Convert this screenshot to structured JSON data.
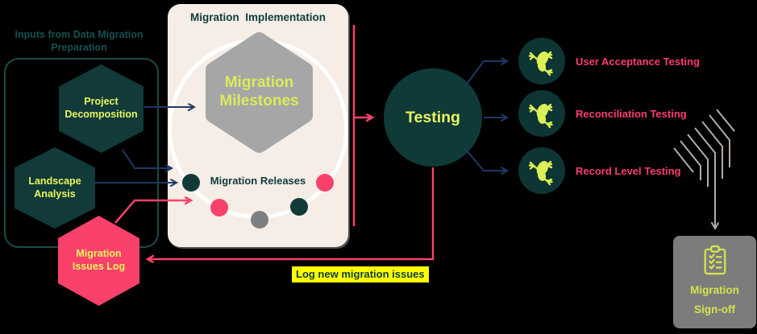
{
  "colors": {
    "background": "#000000",
    "teal_shape": "#113a39",
    "teal_text": "#0e3c3b",
    "teal_group_label": "#14504f",
    "yellow_text": "#e9f55e",
    "lime_text": "#d6e44e",
    "pink": "#f9416b",
    "navy_arrow": "#1f3864",
    "cream_panel": "#f5ede6",
    "gray_hexagon": "#a6a6a6",
    "gray_card": "#7c7c7c",
    "gray_dot": "#7f7f7f",
    "swoosh_gray": "#b3aca4",
    "highlight_yellow": "#ffff00",
    "ring_white": "#ffffff"
  },
  "inputs_panel": {
    "title": "Inputs from Data Migration\nPreparation",
    "hexagons": [
      {
        "label": "Project\nDecomposition",
        "variant": "teal"
      },
      {
        "label": "Landscape\nAnalysis",
        "variant": "teal"
      },
      {
        "label": "Migration\nIssues Log",
        "variant": "pink"
      }
    ]
  },
  "implementation": {
    "title": "Migration  Implementation",
    "milestones_label": "Migration\nMilestones",
    "releases_label": "Migration Releases",
    "release_dots": [
      "teal",
      "pink",
      "gray",
      "teal",
      "pink"
    ]
  },
  "testing": {
    "label": "Testing"
  },
  "test_types": [
    {
      "icon": "frog-icon",
      "label": "User Acceptance Testing"
    },
    {
      "icon": "frog-icon",
      "label": "Reconciliation Testing"
    },
    {
      "icon": "frog-icon",
      "label": "Record Level Testing"
    }
  ],
  "feedback_note": {
    "label": "Log new migration issues"
  },
  "signoff": {
    "icon": "clipboard-icon",
    "label": "Migration\nSign-off"
  }
}
